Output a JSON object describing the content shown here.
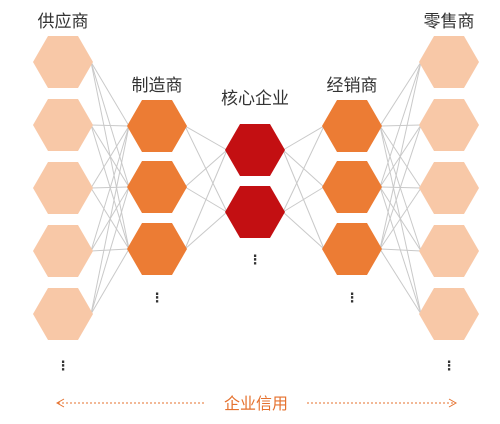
{
  "columns": [
    {
      "key": "supplier",
      "label": "供应商",
      "color": "#f8c8a7",
      "hexagons": 5
    },
    {
      "key": "manufacturer",
      "label": "制造商",
      "color": "#ec7c34",
      "hexagons": 3
    },
    {
      "key": "core",
      "label": "核心企业",
      "color": "#c30f12",
      "hexagons": 2
    },
    {
      "key": "distributor",
      "label": "经销商",
      "color": "#ec7c34",
      "hexagons": 3
    },
    {
      "key": "retailer",
      "label": "零售商",
      "color": "#f8c8a7",
      "hexagons": 5
    }
  ],
  "ellipsis": "⋮",
  "credit": {
    "label": "企业信用",
    "color": "#e5712e"
  }
}
